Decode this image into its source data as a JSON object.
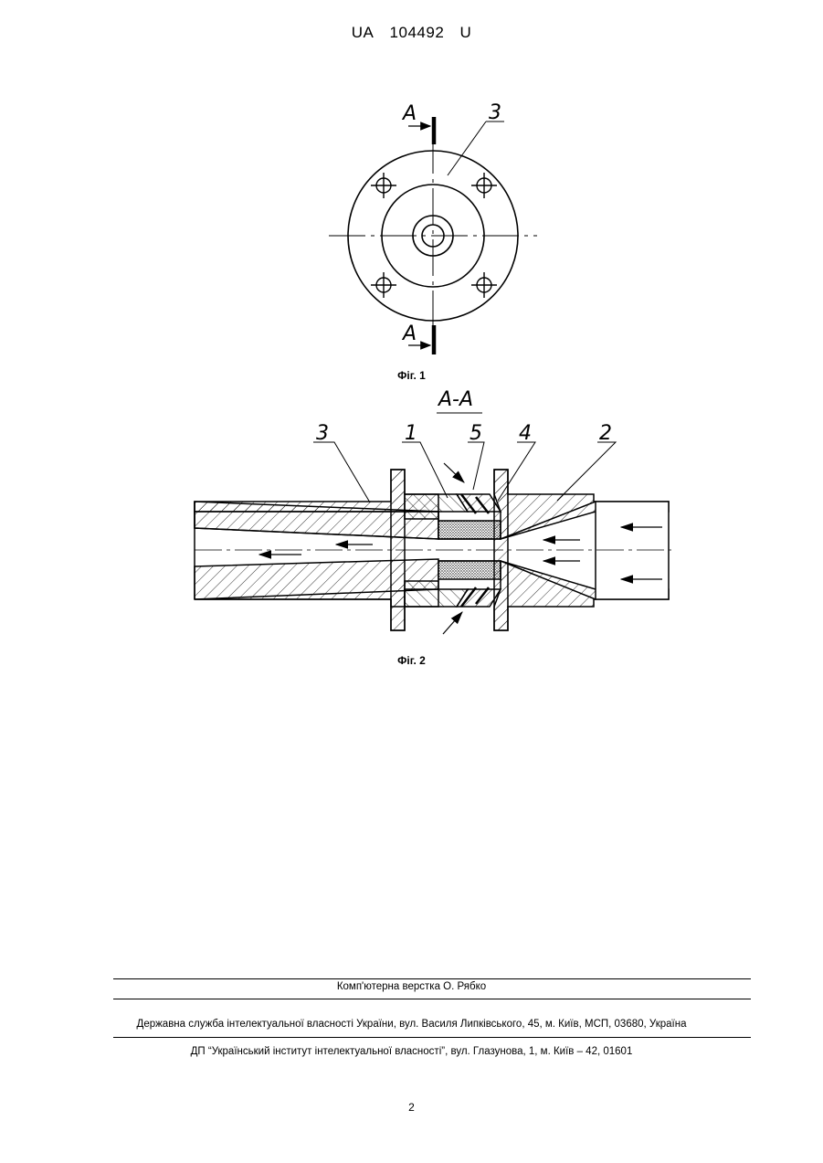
{
  "header": {
    "office": "UA",
    "number": "104492",
    "kind": "U"
  },
  "figure1": {
    "caption": "Фіг. 1",
    "section_mark_top": "А",
    "section_mark_bottom": "А",
    "callout": "3"
  },
  "figure2": {
    "caption": "Фіг. 2",
    "section_title": "А-А",
    "callouts": [
      "3",
      "1",
      "5",
      "4",
      "2"
    ]
  },
  "footer": {
    "layout": "Комп'ютерна верстка О. Рябко",
    "agency": "Державна служба інтелектуальної власності України, вул. Василя Липківського, 45, м. Київ, МСП, 03680, Україна",
    "institute": "ДП “Український інститут інтелектуальної власності”, вул. Глазунова, 1, м. Київ – 42, 01601"
  },
  "page_number": "2"
}
